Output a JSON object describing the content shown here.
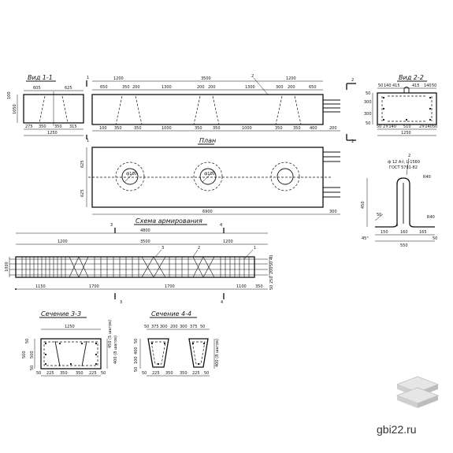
{
  "titles": {
    "view11": "Вид 1-1",
    "view22": "Вид 2-2",
    "plan": "План",
    "scheme": "Схема армирования",
    "sec33": "Сечение 3-3",
    "sec44": "Сечение 4-4"
  },
  "marks": {
    "one": "1",
    "two": "2",
    "three": "3",
    "four": "4"
  },
  "positions": {
    "p1": "1",
    "p2": "2",
    "p3": "3",
    "p4": "4"
  },
  "view11": {
    "top_left": "605",
    "top_right": "625",
    "h_total": "1050",
    "h_top": "100",
    "bottom": [
      "275",
      "350",
      "350",
      "315"
    ],
    "overall": "1250"
  },
  "elevation": {
    "top": [
      "1200",
      "3500",
      "1200"
    ],
    "sub": [
      "650",
      "350",
      "200",
      "1300",
      "200",
      "200",
      "1300",
      "300",
      "200",
      "650"
    ],
    "bottom": [
      "100",
      "350",
      "350",
      "1000",
      "350",
      "350",
      "1000",
      "350",
      "350",
      "400",
      "200"
    ]
  },
  "view22": {
    "top": [
      "50",
      "140",
      "415",
      "415",
      "140",
      "50"
    ],
    "left": [
      "50",
      "300",
      "300",
      "50"
    ],
    "bottom": [
      "50",
      "2×140",
      "510",
      "2×140",
      "50"
    ],
    "overall": "1250"
  },
  "plan": {
    "hole": "ф100",
    "left": [
      "625",
      "625"
    ],
    "overall": "6900",
    "right": "300"
  },
  "bar_detail": {
    "spec": "ф 12 А-I, L-1560",
    "gost": "ГОСТ 5781-82",
    "r_top": "R40",
    "r_bottom": "R40",
    "height": "450",
    "dims": [
      "150",
      "160",
      "165"
    ],
    "left_h": "50",
    "overall": "550",
    "base": "50",
    "angle": "45°"
  },
  "scheme": {
    "overall": "4800",
    "top": [
      "1200",
      "3500",
      "1200"
    ],
    "bottom": [
      "1150",
      "1700",
      "1700",
      "1100",
      "350"
    ],
    "left": "1000",
    "right": [
      "40",
      "50",
      "200",
      "250",
      "50"
    ]
  },
  "sec33": {
    "overall": "1250",
    "left": [
      "50",
      "500",
      "500",
      "50"
    ],
    "right": [
      "450 (5 шагов)",
      "400 (8 шагов)"
    ],
    "bottom": [
      "50",
      "225",
      "350",
      "350",
      "225",
      "50"
    ]
  },
  "sec44": {
    "top": [
      "50",
      "375",
      "300",
      "200",
      "300",
      "375",
      "50"
    ],
    "left": [
      "50",
      "400",
      "100",
      "50"
    ],
    "right": "400 (8 шагов)",
    "bottom": [
      "50",
      "225",
      "350",
      "350",
      "225",
      "50"
    ]
  },
  "brand": "gbi22.ru"
}
